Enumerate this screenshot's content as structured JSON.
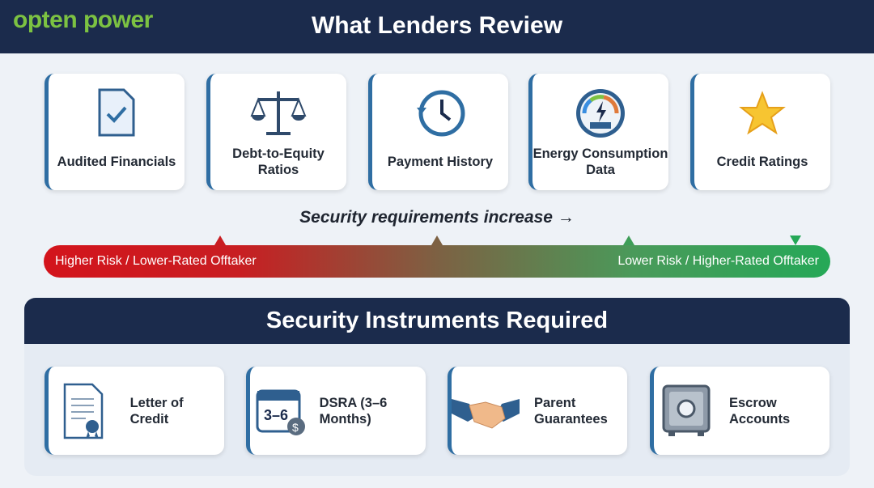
{
  "header": {
    "logo": "opten power",
    "title": "What Lenders Review"
  },
  "review_items": [
    {
      "label": "Audited Financials",
      "icon": "document-check-icon"
    },
    {
      "label": "Debt-to-Equity Ratios",
      "icon": "balance-scale-icon"
    },
    {
      "label": "Payment History",
      "icon": "clock-history-icon"
    },
    {
      "label": "Energy Consumption Data",
      "icon": "energy-meter-icon"
    },
    {
      "label": "Credit Ratings",
      "icon": "star-icon"
    }
  ],
  "scale": {
    "caption": "Security requirements increase →",
    "left_label": "Higher Risk / Lower-Rated Offtaker",
    "right_label": "Lower Risk / Higher-Rated Offtaker",
    "colors": {
      "high_risk": "#d3141c",
      "low_risk": "#25a857"
    }
  },
  "instruments": {
    "title": "Security Instruments Required",
    "items": [
      {
        "label": "Letter of Credit",
        "icon": "certificate-icon"
      },
      {
        "label": "DSRA (3–6 Months)",
        "icon": "calendar-dollar-icon",
        "icon_text": "3–6"
      },
      {
        "label": "Parent Guarantees",
        "icon": "handshake-icon"
      },
      {
        "label": "Escrow Accounts",
        "icon": "safe-icon"
      }
    ]
  }
}
